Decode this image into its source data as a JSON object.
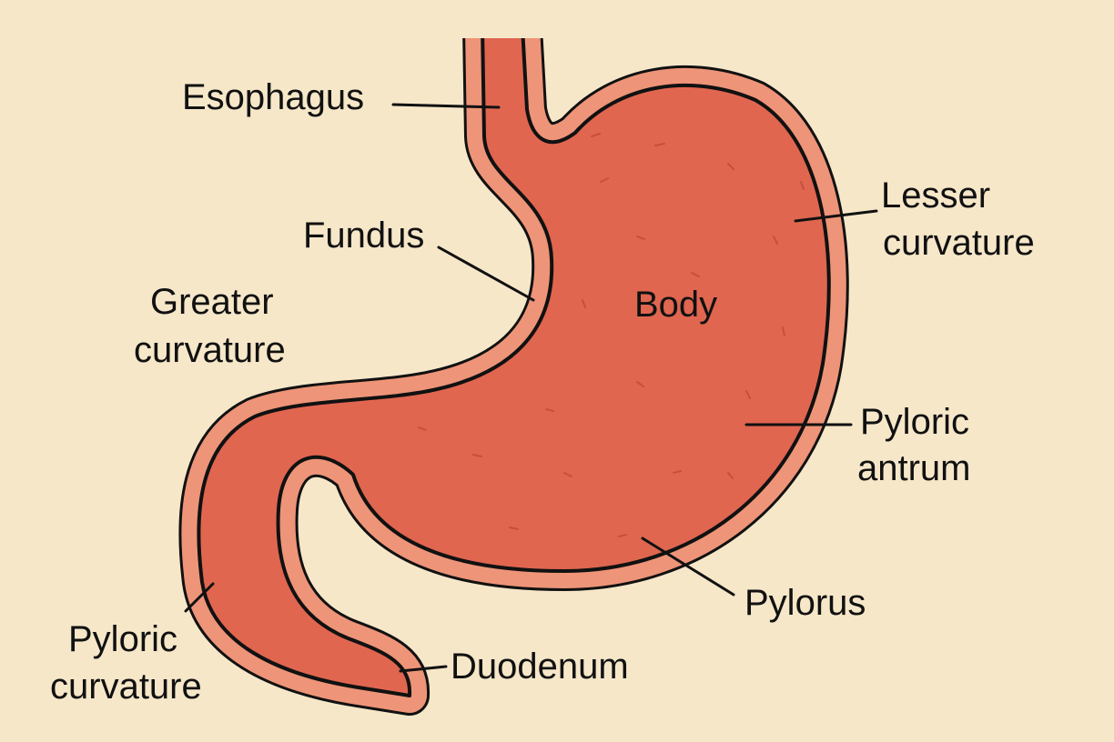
{
  "diagram": {
    "subject": "stomach",
    "colors": {
      "background": "#f6e7c9",
      "wall": "#ee9478",
      "interior": "#e06650",
      "outline": "#111111"
    },
    "labels": {
      "esophagus": "Esophagus",
      "fundus": "Fundus",
      "greater_curvature_1": "Greater",
      "greater_curvature_2": "curvature",
      "lesser_curvature_1": "Lesser",
      "lesser_curvature_2": "curvature",
      "body": "Body",
      "pyloric_antrum_1": "Pyloric",
      "pyloric_antrum_2": "antrum",
      "pylorus": "Pylorus",
      "pyloric_curvature_1": "Pyloric",
      "pyloric_curvature_2": "curvature",
      "duodenum": "Duodenum"
    }
  }
}
